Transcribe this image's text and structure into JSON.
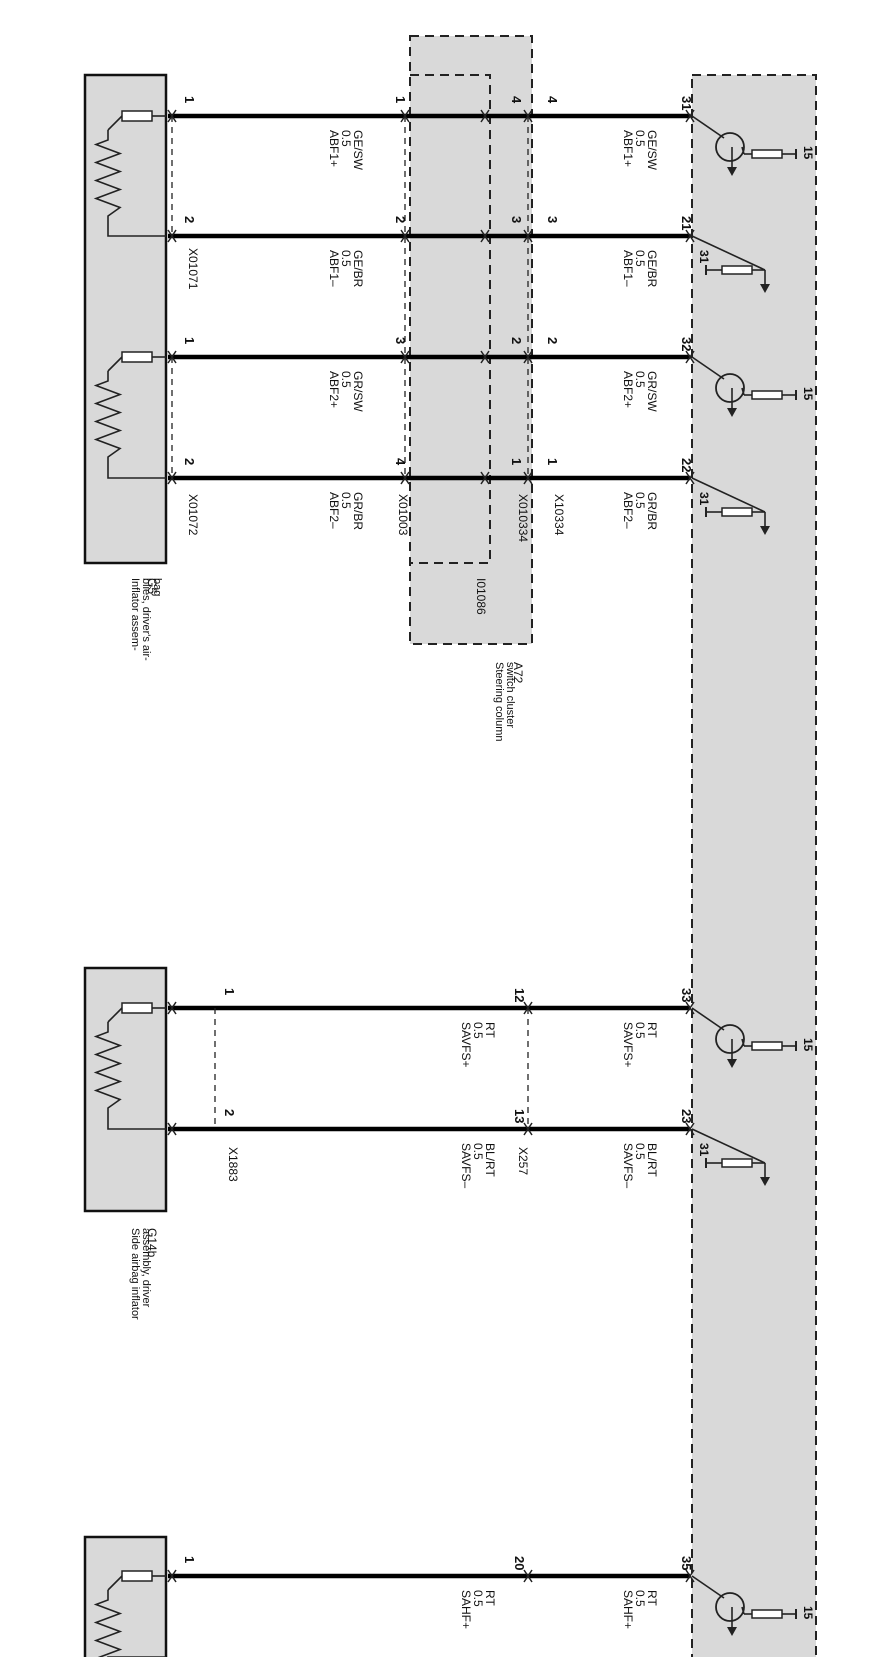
{
  "component_labels": [
    {
      "id": "g5",
      "code": "G5",
      "desc": [
        "Inflator assem-",
        "blies, driver's air-",
        "bag"
      ]
    },
    {
      "id": "a72",
      "code": "A72",
      "desc": [
        "Steering column",
        "switch cluster"
      ]
    },
    {
      "id": "g14b",
      "code": "G14b",
      "desc": [
        "Side airbag inflator",
        "assembly, driver"
      ]
    }
  ],
  "inner_module_code": "I01086",
  "connectors": [
    {
      "id": "x01071",
      "text": "X01071"
    },
    {
      "id": "x01072",
      "text": "X01072"
    },
    {
      "id": "x01003",
      "text": "X01003"
    },
    {
      "id": "x010334",
      "text": "X010334"
    },
    {
      "id": "x10334",
      "text": "X10334"
    },
    {
      "id": "x1883",
      "text": "X1883"
    },
    {
      "id": "x257",
      "text": "X257"
    }
  ],
  "wires": [
    {
      "id": "abf1p",
      "pins": [
        "1",
        "1",
        "4",
        "4",
        "31"
      ],
      "left": [
        "ABF1+",
        "0.5",
        "GE/SW"
      ],
      "right": [
        "ABF1+",
        "0.5",
        "GE/SW"
      ],
      "ecu": "driver"
    },
    {
      "id": "abf1m",
      "pins": [
        "2",
        "2",
        "3",
        "3",
        "21"
      ],
      "left": [
        "ABF1–",
        "0.5",
        "GE/BR"
      ],
      "right": [
        "ABF1–",
        "0.5",
        "GE/BR"
      ],
      "ecu": "ground"
    },
    {
      "id": "abf2p",
      "pins": [
        "1",
        "3",
        "2",
        "2",
        "32"
      ],
      "left": [
        "ABF2+",
        "0.5",
        "GR/SW"
      ],
      "right": [
        "ABF2+",
        "0.5",
        "GR/SW"
      ],
      "ecu": "driver"
    },
    {
      "id": "abf2m",
      "pins": [
        "2",
        "4",
        "1",
        "1",
        "22"
      ],
      "left": [
        "ABF2–",
        "0.5",
        "GR/BR"
      ],
      "right": [
        "ABF2–",
        "0.5",
        "GR/BR"
      ],
      "ecu": "ground"
    },
    {
      "id": "savfsp",
      "pins": [
        "1",
        "12",
        "33"
      ],
      "left": [
        "SAVFS+",
        "0.5",
        "RT"
      ],
      "right": [
        "SAVFS+",
        "0.5",
        "RT"
      ],
      "ecu": "driver"
    },
    {
      "id": "savfsm",
      "pins": [
        "2",
        "13",
        "23"
      ],
      "left": [
        "SAVFS–",
        "0.5",
        "BL/RT"
      ],
      "right": [
        "SAVFS–",
        "0.5",
        "BL/RT"
      ],
      "ecu": "ground"
    },
    {
      "id": "sahfp",
      "pins": [
        "1",
        "20",
        "35"
      ],
      "left": [
        "SAHF+",
        "0.5",
        "RT"
      ],
      "right": [
        "SAHF+",
        "0.5",
        "RT"
      ],
      "ecu": "driver"
    }
  ],
  "supply_terminal": "15",
  "ground_terminal": "31",
  "colors": {
    "module_fill": "#d9d9d9",
    "wire": "#000000",
    "line": "#222222"
  }
}
